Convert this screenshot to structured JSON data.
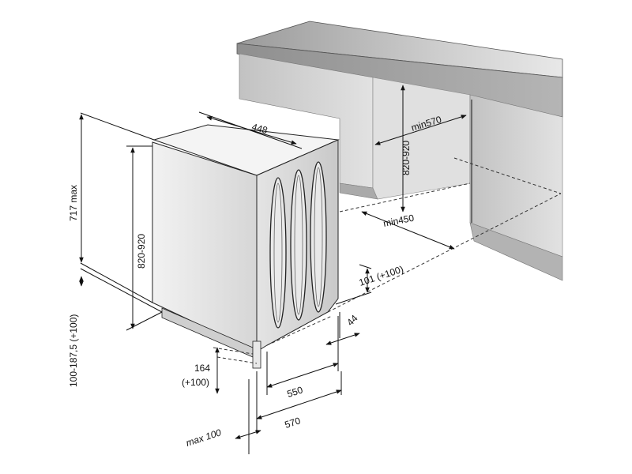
{
  "labels": {
    "width_top": "448",
    "niche_height": "820-920",
    "niche_width": "min570",
    "niche_depth": "min450",
    "total_height": "717 max",
    "unit_height": "820-920",
    "plinth_gap": "100-187,5 (+100)",
    "right_plinth": "101 (+100)",
    "right_offset": "44",
    "left_plinth_a": "164",
    "left_plinth_b": "(+100)",
    "depth_550": "550",
    "depth_570": "570",
    "max_100": "max 100"
  },
  "colors": {
    "worktop_top": "#c9c9c9",
    "worktop_front": "#9f9f9f",
    "cabinet": "#d4d4d4",
    "cabinet_shade": "#bdbdbd",
    "dishwasher_front": "#dedede",
    "dishwasher_side": "#cfcfcf",
    "dishwasher_top": "#f4f4f4",
    "line": "#111111"
  }
}
